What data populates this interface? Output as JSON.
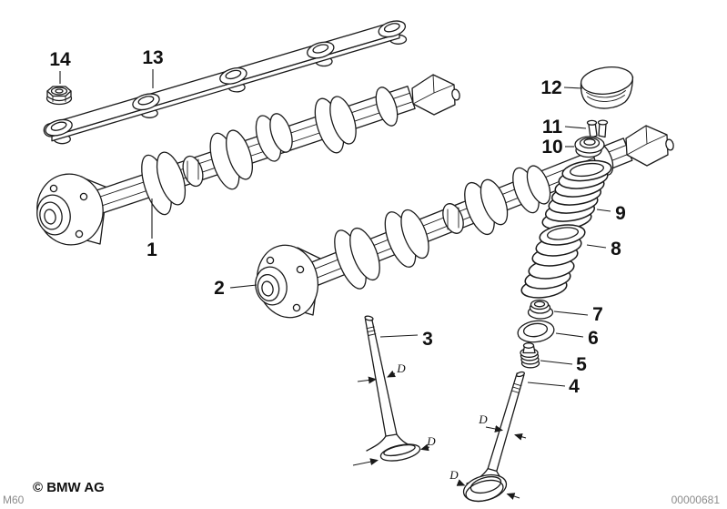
{
  "diagram": {
    "callouts": {
      "c1": "1",
      "c2": "2",
      "c3": "3",
      "c4": "4",
      "c5": "5",
      "c6": "6",
      "c7": "7",
      "c8": "8",
      "c9": "9",
      "c10": "10",
      "c11": "11",
      "c12": "12",
      "c13": "13",
      "c14": "14"
    },
    "dim_label": "D",
    "footer": {
      "copyright": "© BMW AG",
      "model_code": "M60",
      "drawing_number": "00000681"
    },
    "colors": {
      "line": "#1a1a1a",
      "muted_text": "#8c8c8c",
      "background": "#ffffff"
    }
  }
}
